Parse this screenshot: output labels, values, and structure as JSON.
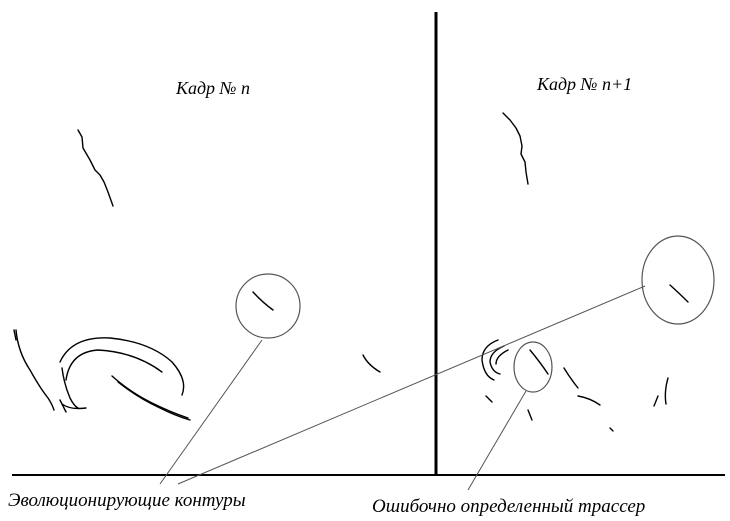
{
  "frame_left": {
    "title": "Кадр № n"
  },
  "frame_right": {
    "title": "Кадр № n+1"
  },
  "labels": {
    "evolving_contours": "Эволюционирующие контуры",
    "misdetected_tracer": "Ошибочно определенный трассер"
  },
  "colors": {
    "ink": "#000000",
    "callout": "#555555",
    "background": "#ffffff"
  }
}
